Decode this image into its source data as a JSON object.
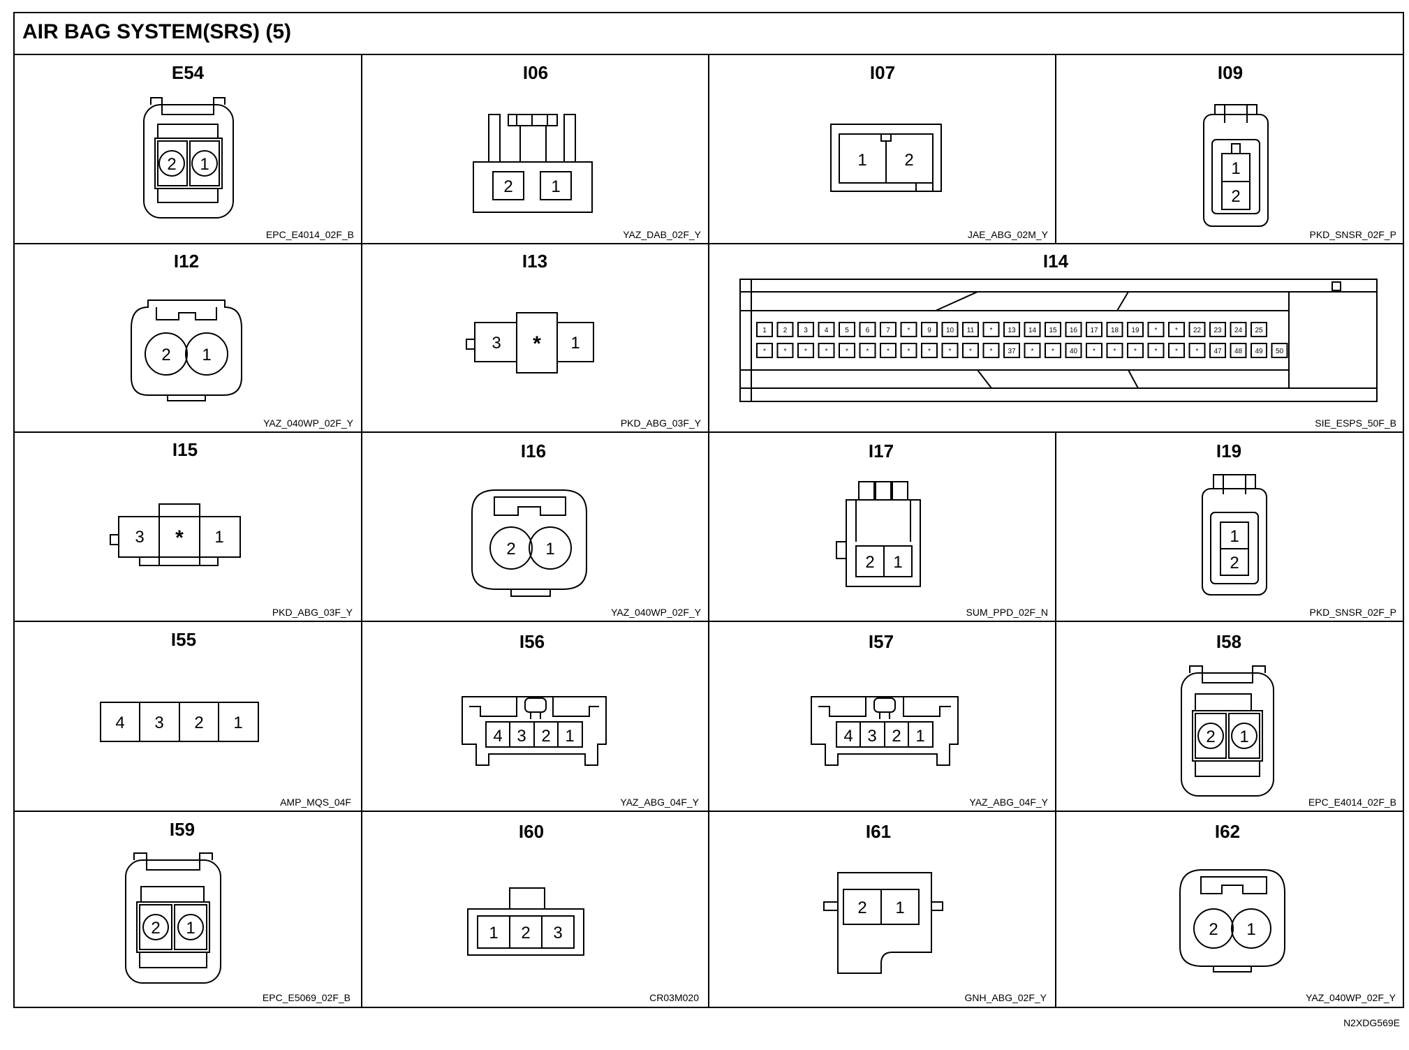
{
  "title": "AIR BAG SYSTEM(SRS) (5)",
  "footer_code": "N2XDG569E",
  "connectors": [
    {
      "id": "E54",
      "code": "EPC_E4014_02F_B",
      "pins": [
        "2",
        "1"
      ]
    },
    {
      "id": "I06",
      "code": "YAZ_DAB_02F_Y",
      "pins": [
        "2",
        "1"
      ]
    },
    {
      "id": "I07",
      "code": "JAE_ABG_02M_Y",
      "pins": [
        "1",
        "2"
      ]
    },
    {
      "id": "I09",
      "code": "PKD_SNSR_02F_P",
      "pins": [
        "1",
        "2"
      ]
    },
    {
      "id": "I12",
      "code": "YAZ_040WP_02F_Y",
      "pins": [
        "2",
        "1"
      ]
    },
    {
      "id": "I13",
      "code": "PKD_ABG_03F_Y",
      "pins": [
        "3",
        "*",
        "1"
      ]
    },
    {
      "id": "I14",
      "code": "SIE_ESPS_50F_B",
      "pins_row1": [
        "1",
        "2",
        "3",
        "4",
        "5",
        "6",
        "7",
        "*",
        "9",
        "10",
        "11",
        "*",
        "13",
        "14",
        "15",
        "16",
        "17",
        "18",
        "19",
        "*",
        "*",
        "22",
        "23",
        "24",
        "25"
      ],
      "pins_row2": [
        "*",
        "*",
        "*",
        "*",
        "*",
        "*",
        "*",
        "*",
        "*",
        "*",
        "*",
        "*",
        "37",
        "*",
        "*",
        "40",
        "*",
        "*",
        "*",
        "*",
        "*",
        "*",
        "47",
        "48",
        "49",
        "50"
      ]
    },
    {
      "id": "I15",
      "code": "PKD_ABG_03F_Y",
      "pins": [
        "3",
        "*",
        "1"
      ]
    },
    {
      "id": "I16",
      "code": "YAZ_040WP_02F_Y",
      "pins": [
        "2",
        "1"
      ]
    },
    {
      "id": "I17",
      "code": "SUM_PPD_02F_N",
      "pins": [
        "2",
        "1"
      ]
    },
    {
      "id": "I19",
      "code": "PKD_SNSR_02F_P",
      "pins": [
        "1",
        "2"
      ]
    },
    {
      "id": "I55",
      "code": "AMP_MQS_04F",
      "pins": [
        "4",
        "3",
        "2",
        "1"
      ]
    },
    {
      "id": "I56",
      "code": "YAZ_ABG_04F_Y",
      "pins": [
        "4",
        "3",
        "2",
        "1"
      ]
    },
    {
      "id": "I57",
      "code": "YAZ_ABG_04F_Y",
      "pins": [
        "4",
        "3",
        "2",
        "1"
      ]
    },
    {
      "id": "I58",
      "code": "EPC_E4014_02F_B",
      "pins": [
        "2",
        "1"
      ]
    },
    {
      "id": "I59",
      "code": "EPC_E5069_02F_B",
      "pins": [
        "2",
        "1"
      ]
    },
    {
      "id": "I60",
      "code": "CR03M020",
      "pins": [
        "1",
        "2",
        "3"
      ]
    },
    {
      "id": "I61",
      "code": "GNH_ABG_02F_Y",
      "pins": [
        "2",
        "1"
      ]
    },
    {
      "id": "I62",
      "code": "YAZ_040WP_02F_Y",
      "pins": [
        "2",
        "1"
      ]
    }
  ]
}
